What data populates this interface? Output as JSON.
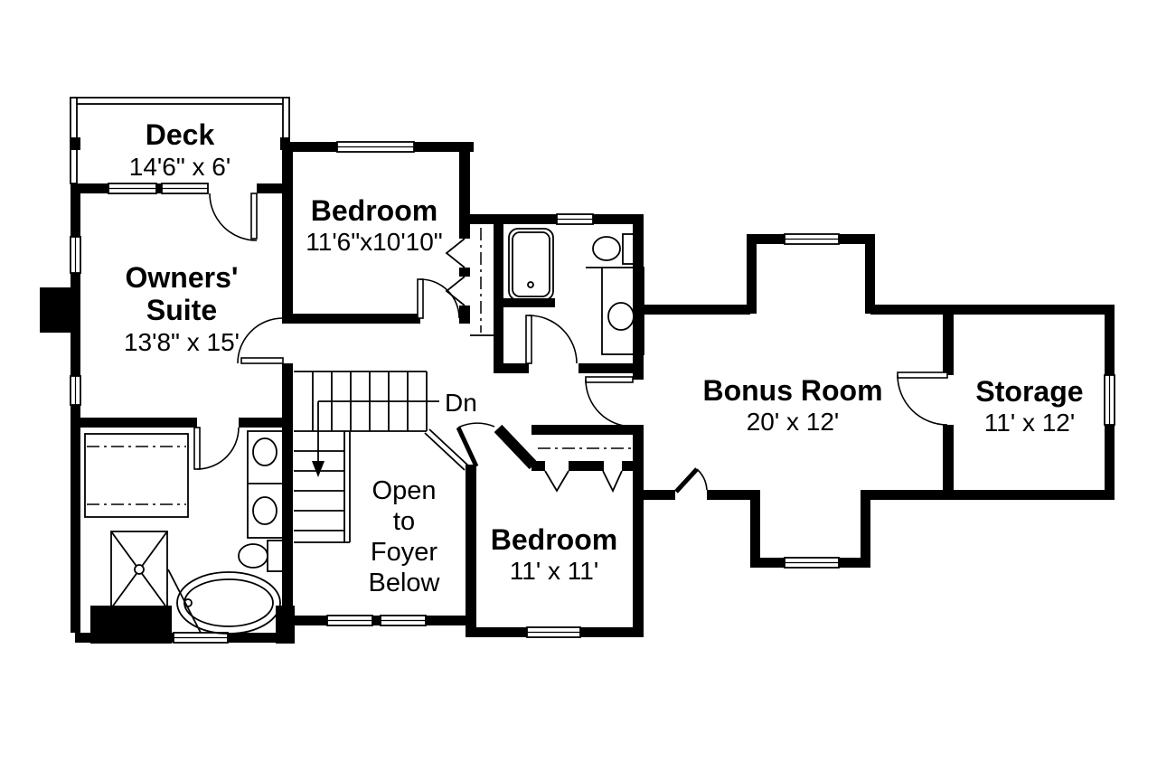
{
  "colors": {
    "wall": "#000000",
    "background": "#ffffff"
  },
  "rooms": {
    "deck": {
      "name": "Deck",
      "dims": "14'6\" x 6'"
    },
    "owners_suite": {
      "name1": "Owners'",
      "name2": "Suite",
      "dims": "13'8\" x 15'"
    },
    "bedroom_top": {
      "name": "Bedroom",
      "dims": "11'6\"x10'10\""
    },
    "bedroom_bottom": {
      "name": "Bedroom",
      "dims": "11' x 11'"
    },
    "bonus_room": {
      "name": "Bonus Room",
      "dims": "20' x 12'"
    },
    "storage": {
      "name": "Storage",
      "dims": "11' x 12'"
    },
    "foyer": {
      "line1": "Open",
      "line2": "to",
      "line3": "Foyer",
      "line4": "Below"
    },
    "stairs": {
      "down_label": "Dn"
    }
  }
}
